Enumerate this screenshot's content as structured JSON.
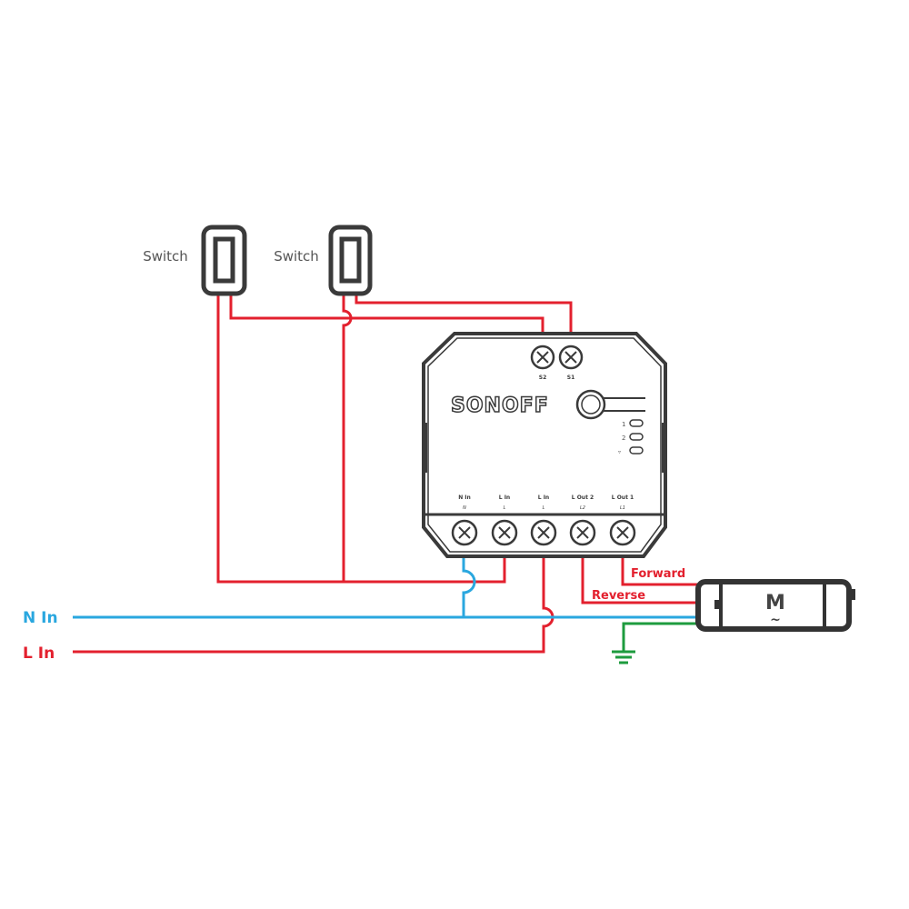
{
  "colors": {
    "line": "#e3202e",
    "neutral": "#2aa7df",
    "earth": "#1e9b3e",
    "device": "#3a3a3a",
    "text": "#555555"
  },
  "switches": [
    {
      "label": "Switch"
    },
    {
      "label": "Switch"
    }
  ],
  "device": {
    "brand": "SONOFF",
    "top_terminals": [
      "S2",
      "S1"
    ],
    "bottom_terminals": [
      {
        "label": "N In",
        "symbol": "N"
      },
      {
        "label": "L In",
        "symbol": "L"
      },
      {
        "label": "L In",
        "symbol": "L"
      },
      {
        "label": "L Out 2",
        "symbol": "L2"
      },
      {
        "label": "L Out 1",
        "symbol": "L1"
      }
    ],
    "indicators": [
      "1",
      "2",
      "wifi"
    ]
  },
  "inputs": {
    "neutral": "N In",
    "live": "L In"
  },
  "motor": {
    "label": "M",
    "symbol": "~",
    "forward": "Forward",
    "reverse": "Reverse"
  }
}
